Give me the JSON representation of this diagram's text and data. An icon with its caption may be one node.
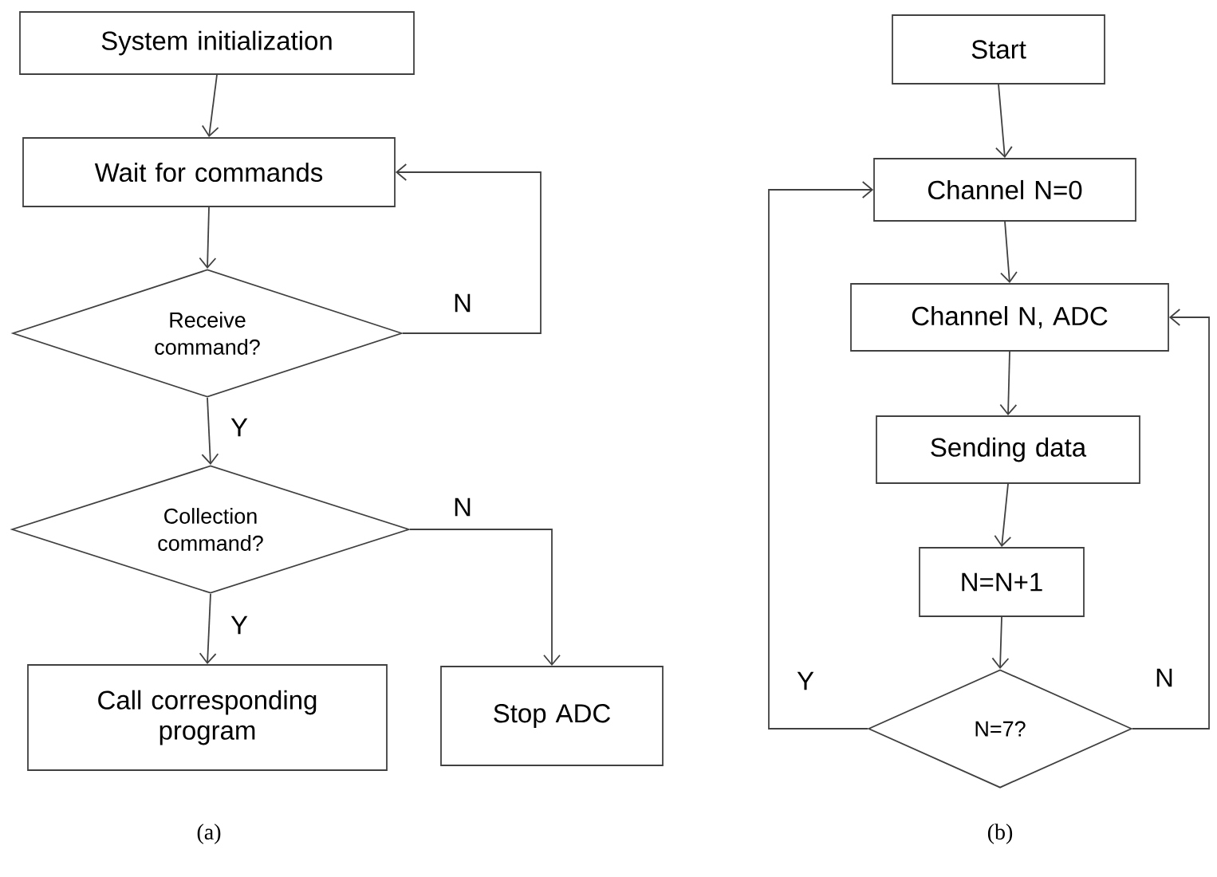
{
  "diagram": {
    "nodes": [
      {
        "text": [
          "System initialization"
        ]
      },
      {
        "text": [
          "Wait for commands"
        ]
      },
      {
        "text": [
          "Receive command?"
        ]
      },
      {
        "text": [
          "Collection command?"
        ]
      },
      {
        "text": [
          "Call corresponding program"
        ]
      },
      {
        "text": [
          "Stop ADC"
        ]
      },
      {
        "text": [
          "Start"
        ]
      },
      {
        "text": [
          "Channel N=0"
        ]
      },
      {
        "text": [
          "Channel N, ADC"
        ]
      },
      {
        "text": [
          "Sending data"
        ]
      },
      {
        "text": [
          "N=N+1"
        ]
      },
      {
        "text": [
          "N=7?"
        ]
      }
    ],
    "edges": [
      {
        "from": 0,
        "to": 1,
        "arrow": "to"
      },
      {
        "from": 1,
        "to": 2,
        "arrow": "to"
      },
      {
        "from": 2,
        "to": 1,
        "arrow": "to",
        "label": "N"
      },
      {
        "from": 2,
        "to": 3,
        "arrow": "to",
        "label": "Y"
      },
      {
        "from": 3,
        "to": 4,
        "arrow": "to",
        "label": "Y"
      },
      {
        "from": 3,
        "to": 5,
        "arrow": "to",
        "label": "N"
      },
      {
        "from": 6,
        "to": 7,
        "arrow": "to"
      },
      {
        "from": 7,
        "to": 8,
        "arrow": "to"
      },
      {
        "from": 8,
        "to": 9,
        "arrow": "to"
      },
      {
        "from": 9,
        "to": 10,
        "arrow": "to"
      },
      {
        "from": 10,
        "to": 11,
        "arrow": "to"
      },
      {
        "from": 11,
        "to": 7,
        "arrow": "to",
        "label": "Y"
      },
      {
        "from": 11,
        "to": 8,
        "arrow": "to",
        "label": "N"
      }
    ],
    "labels": [
      "(a)",
      "(b)"
    ]
  }
}
